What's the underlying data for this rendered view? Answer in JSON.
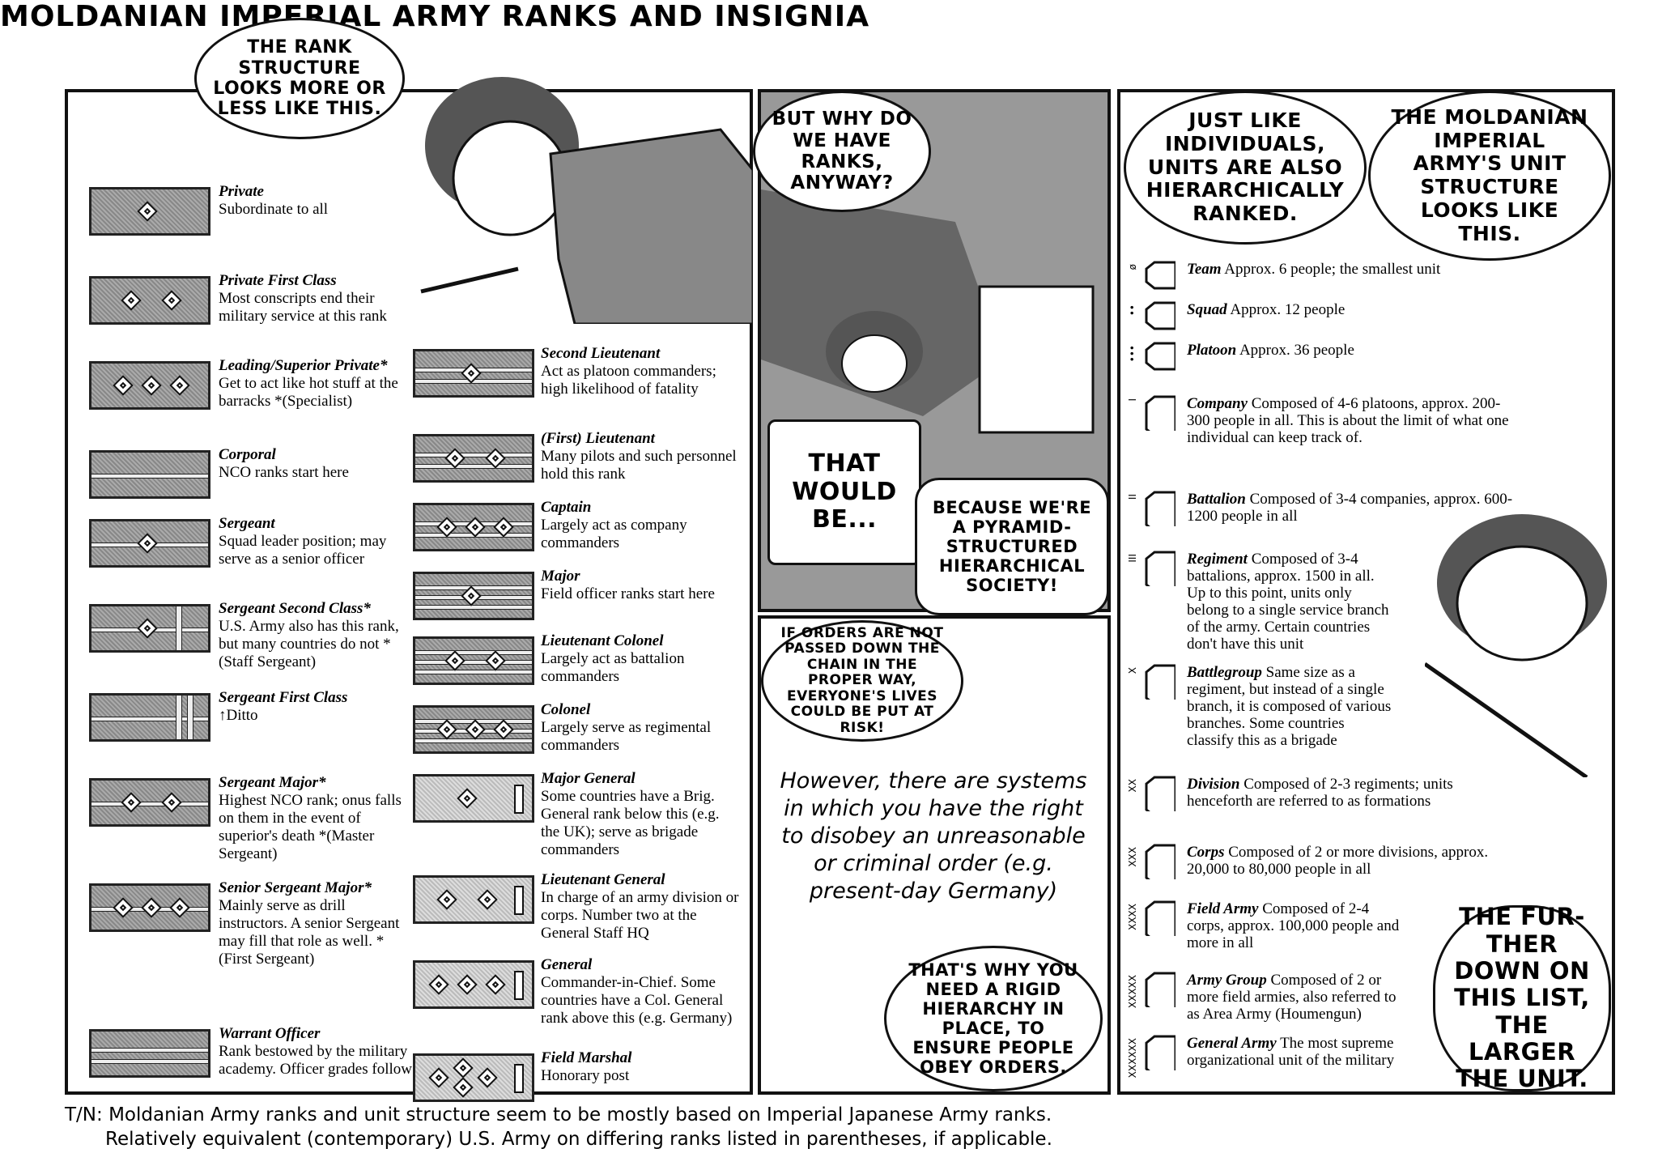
{
  "title": "MOLDANIAN IMPERIAL ARMY RANKS AND INSIGNIA",
  "bubbles": {
    "rank_structure": "THE RANK STRUCTURE LOOKS MORE OR LESS LIKE THIS.",
    "why_ranks": "BUT WHY DO WE HAVE RANKS, ANYWAY?",
    "that_would_be": "THAT WOULD BE...",
    "pyramid": "BECAUSE WE'RE A PYRAMID-STRUCTURED HIERARCHICAL SOCIETY!",
    "orders": "IF ORDERS ARE NOT PASSED DOWN THE CHAIN IN THE PROPER WAY, EVERYONE'S LIVES COULD BE PUT AT RISK!",
    "disobey": "However, there are systems in which you have the right to disobey an unreasonable or criminal order (e.g. present-day Germany)",
    "rigid": "THAT'S WHY YOU NEED A RIGID HIERARCHY IN PLACE, TO ENSURE PEOPLE OBEY ORDERS.",
    "units_ranked": "JUST LIKE INDIVIDUALS, UNITS ARE ALSO HIERARCHICALLY RANKED.",
    "unit_structure": "THE MOLDANIAN IMPERIAL ARMY'S UNIT STRUCTURE LOOKS LIKE THIS.",
    "further_down": "THE FUR-THER DOWN ON THIS LIST, THE LARGER THE UNIT."
  },
  "ranks_left": [
    {
      "name": "Private",
      "desc": "Subordinate to all"
    },
    {
      "name": "Private First Class",
      "desc": "Most conscripts end their military service at this rank"
    },
    {
      "name": "Leading/Superior Private*",
      "desc": "Get to act like hot stuff at the barracks *(Specialist)"
    },
    {
      "name": "Corporal",
      "desc": "NCO ranks start here"
    },
    {
      "name": "Sergeant",
      "desc": "Squad leader position; may serve as a senior officer"
    },
    {
      "name": "Sergeant Second Class*",
      "desc": "U.S. Army also has this rank, but many countries do not *(Staff Sergeant)"
    },
    {
      "name": "Sergeant First Class",
      "desc": "↑Ditto"
    },
    {
      "name": "Sergeant Major*",
      "desc": "Highest NCO rank; onus falls on them in the event of superior's death *(Master Sergeant)"
    },
    {
      "name": "Senior Sergeant Major*",
      "desc": "Mainly serve as drill instructors. A senior Sergeant may fill that role as well. *(First Sergeant)"
    },
    {
      "name": "Warrant Officer",
      "desc": "Rank bestowed by the military academy. Officer grades follow"
    }
  ],
  "ranks_right": [
    {
      "name": "Second Lieutenant",
      "desc": "Act as platoon commanders; high likelihood of fatality"
    },
    {
      "name": "(First) Lieutenant",
      "desc": "Many pilots and such personnel hold this rank"
    },
    {
      "name": "Captain",
      "desc": "Largely act as company commanders"
    },
    {
      "name": "Major",
      "desc": "Field officer ranks start here"
    },
    {
      "name": "Lieutenant Colonel",
      "desc": "Largely act as battalion commanders"
    },
    {
      "name": "Colonel",
      "desc": "Largely serve as regimental commanders"
    },
    {
      "name": "Major General",
      "desc": "Some countries have a Brig. General rank below this (e.g. the UK); serve as brigade commanders"
    },
    {
      "name": "Lieutenant General",
      "desc": "In charge of an army division or corps. Number two at the General Staff HQ"
    },
    {
      "name": "General",
      "desc": "Commander-in-Chief. Some countries have a Col. General rank above this (e.g. Germany)"
    },
    {
      "name": "Field Marshal",
      "desc": "Honorary post"
    }
  ],
  "units": [
    {
      "name": "Team",
      "desc": "Approx. 6 people; the smallest unit",
      "symbol": "ø"
    },
    {
      "name": "Squad",
      "desc": "Approx. 12 people",
      "symbol": "••"
    },
    {
      "name": "Platoon",
      "desc": "Approx. 36 people",
      "symbol": "•••"
    },
    {
      "name": "Company",
      "desc": "Composed of 4-6 platoons, approx. 200-300 people in all. This is about the limit of what one individual can keep track of.",
      "symbol": "I"
    },
    {
      "name": "Battalion",
      "desc": "Composed of 3-4 companies, approx. 600-1200 people in all",
      "symbol": "II"
    },
    {
      "name": "Regiment",
      "desc": "Composed of 3-4 battalions, approx. 1500 in all. Up to this point, units only belong to a single service branch of the army. Certain countries don't have this unit",
      "symbol": "III"
    },
    {
      "name": "Battlegroup",
      "desc": "Same size as a regiment, but instead of a single branch, it is composed of various branches. Some countries classify this as a brigade",
      "symbol": "X"
    },
    {
      "name": "Division",
      "desc": "Composed of 2-3 regiments; units henceforth are referred to as formations",
      "symbol": "XX"
    },
    {
      "name": "Corps",
      "desc": "Composed of 2 or more divisions, approx. 20,000 to 80,000 people in all",
      "symbol": "XXX"
    },
    {
      "name": "Field Army",
      "desc": "Composed of 2-4 corps, approx. 100,000 people and more in all",
      "symbol": "XXXX"
    },
    {
      "name": "Army Group",
      "desc": "Composed of 2 or more field armies, also referred to as Area Army (Houmengun)",
      "symbol": "XXXXX"
    },
    {
      "name": "General Army",
      "desc": "The most supreme organizational unit of the military",
      "symbol": "XXXXXX"
    }
  ],
  "footer": {
    "line1": "T/N: Moldanian Army ranks and unit structure seem to be mostly based on Imperial Japanese Army ranks.",
    "line2": "Relatively equivalent (contemporary) U.S. Army on differing ranks listed in parentheses, if applicable."
  }
}
